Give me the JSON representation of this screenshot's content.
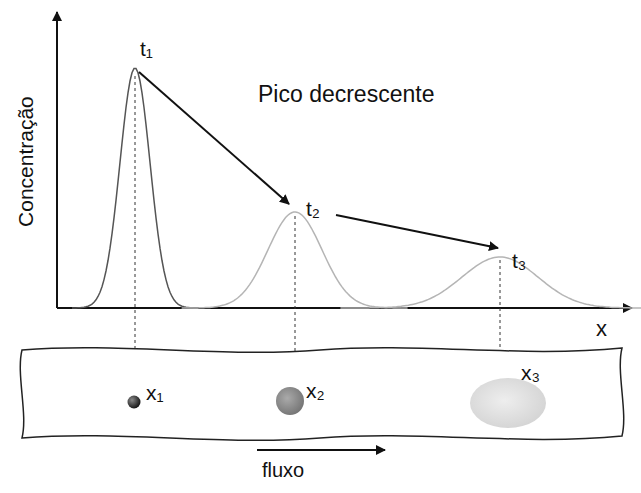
{
  "diagram": {
    "labels": [
      "Concentração",
      "x",
      "t₁",
      "Pico decrescente",
      "t₂",
      "t₃",
      "x₁",
      "x₂",
      "x₃",
      "fluxo"
    ]
  }
}
